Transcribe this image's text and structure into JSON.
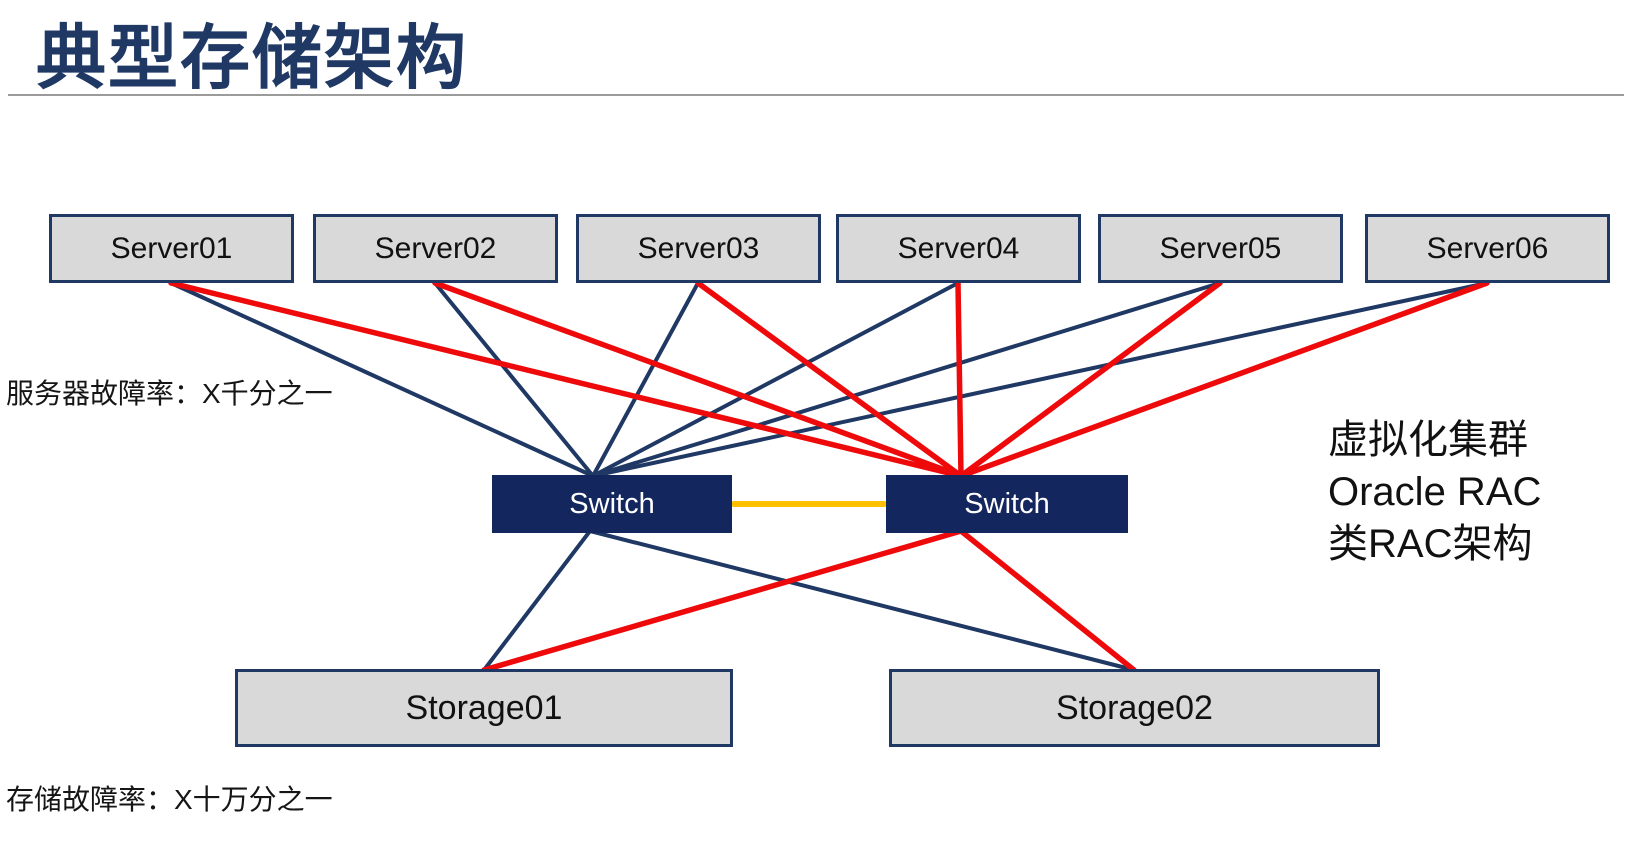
{
  "title": "典型存储架构",
  "palette": {
    "navy": "#1F3864",
    "red": "#EE0A0A",
    "yellow": "#FFC000",
    "box_fill": "#D9D9D9",
    "switch_fill": "#14265E"
  },
  "labels": {
    "server_failure_rate": "服务器故障率：X千分之一",
    "storage_failure_rate": "存储故障率：X十万分之一",
    "cluster_note_lines": [
      "虚拟化集群",
      "Oracle RAC",
      "类RAC架构"
    ]
  },
  "nodes": {
    "servers": [
      {
        "label": "Server01"
      },
      {
        "label": "Server02"
      },
      {
        "label": "Server03"
      },
      {
        "label": "Server04"
      },
      {
        "label": "Server05"
      },
      {
        "label": "Server06"
      }
    ],
    "switches": [
      {
        "label": "Switch"
      },
      {
        "label": "Switch"
      }
    ],
    "storages": [
      {
        "label": "Storage01"
      },
      {
        "label": "Storage02"
      }
    ]
  },
  "edges": [
    {
      "a": "server1-bottom",
      "b": "switch1-top",
      "color": "navy"
    },
    {
      "a": "server2-bottom",
      "b": "switch1-top",
      "color": "navy"
    },
    {
      "a": "server3-bottom",
      "b": "switch1-top",
      "color": "navy"
    },
    {
      "a": "server4-bottom",
      "b": "switch1-top",
      "color": "navy"
    },
    {
      "a": "server5-bottom",
      "b": "switch1-top",
      "color": "navy"
    },
    {
      "a": "server6-bottom",
      "b": "switch1-top",
      "color": "navy"
    },
    {
      "a": "switch1-bottom",
      "b": "storage1-top",
      "color": "navy"
    },
    {
      "a": "switch1-bottom",
      "b": "storage2-top",
      "color": "navy"
    },
    {
      "a": "server1-bottom",
      "b": "switch2-top",
      "color": "red"
    },
    {
      "a": "server2-bottom",
      "b": "switch2-top",
      "color": "red"
    },
    {
      "a": "server3-bottom",
      "b": "switch2-top",
      "color": "red"
    },
    {
      "a": "server4-bottom",
      "b": "switch2-top",
      "color": "red"
    },
    {
      "a": "server5-bottom",
      "b": "switch2-top",
      "color": "red"
    },
    {
      "a": "server6-bottom",
      "b": "switch2-top",
      "color": "red"
    },
    {
      "a": "switch2-bottom",
      "b": "storage1-top",
      "color": "red"
    },
    {
      "a": "switch2-bottom",
      "b": "storage2-top",
      "color": "red"
    },
    {
      "a": "switch1-right",
      "b": "switch2-left",
      "color": "yellow"
    }
  ]
}
